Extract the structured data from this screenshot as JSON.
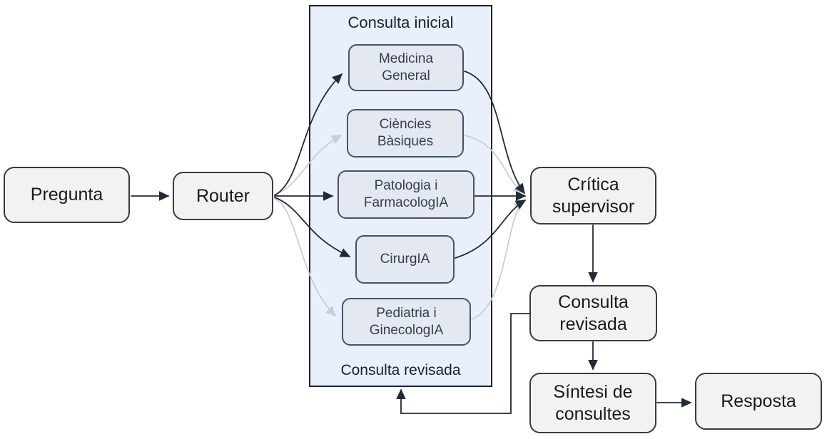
{
  "diagram": {
    "kind": "flowchart",
    "language": "Catalan",
    "container": {
      "title": "Consulta inicial",
      "footer": "Consulta revisada"
    },
    "nodes": {
      "pregunta": {
        "label": "Pregunta"
      },
      "router": {
        "label": "Router"
      },
      "critica": {
        "label": "Crítica supervisor"
      },
      "revisada": {
        "label": "Consulta revisada"
      },
      "sintesi": {
        "label": "Síntesi de consultes"
      },
      "resposta": {
        "label": "Resposta"
      }
    },
    "specialists": [
      {
        "label": "Medicina General"
      },
      {
        "label": "Ciències Bàsiques"
      },
      {
        "label": "Patologia i FarmacologIA"
      },
      {
        "label": "CirurgIA"
      },
      {
        "label": "Pediatria i GinecologIA"
      }
    ],
    "edges": [
      {
        "from": "pregunta",
        "to": "router",
        "style": "dark"
      },
      {
        "from": "router",
        "to": "medicina-general",
        "style": "dark"
      },
      {
        "from": "router",
        "to": "ciencies-basiques",
        "style": "light"
      },
      {
        "from": "router",
        "to": "patologia-farmacologia",
        "style": "dark"
      },
      {
        "from": "router",
        "to": "cirurgia",
        "style": "dark"
      },
      {
        "from": "router",
        "to": "pediatria-ginecologia",
        "style": "light"
      },
      {
        "from": "medicina-general",
        "to": "critica",
        "style": "dark"
      },
      {
        "from": "ciencies-basiques",
        "to": "critica",
        "style": "light"
      },
      {
        "from": "patologia-farmacologia",
        "to": "critica",
        "style": "dark"
      },
      {
        "from": "cirurgia",
        "to": "critica",
        "style": "dark"
      },
      {
        "from": "pediatria-ginecologia",
        "to": "critica",
        "style": "light"
      },
      {
        "from": "critica",
        "to": "revisada",
        "style": "dark"
      },
      {
        "from": "revisada",
        "to": "sintesi",
        "style": "dark"
      },
      {
        "from": "sintesi",
        "to": "resposta",
        "style": "dark"
      },
      {
        "from": "revisada",
        "to": "consulta-group-feedback",
        "style": "dark"
      }
    ],
    "colors": {
      "canvas_bg": "#ffffff",
      "node_fill": "#f2f2f2",
      "node_border": "#3b3b3b",
      "node_text": "#1a1a1a",
      "container_fill": "#e9effb",
      "container_border": "#1c2433",
      "specialist_fill": "#e4e8f0",
      "specialist_border": "#44546a",
      "specialist_text": "#333f51",
      "arrow_dark": "#232a37",
      "arrow_light": "#c9ced6"
    }
  }
}
